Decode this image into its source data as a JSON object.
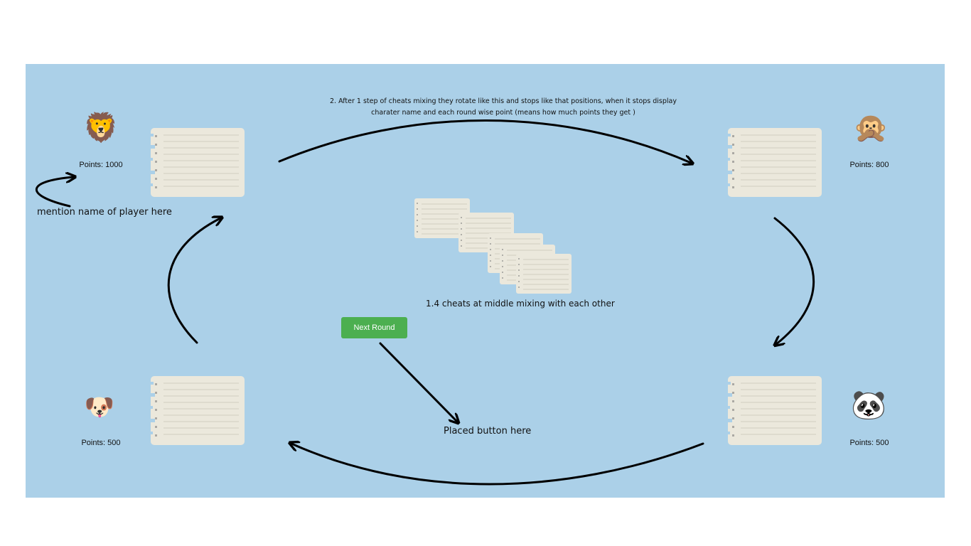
{
  "step2_text": "2. After 1 step of cheats mixing they rotate like this and stops like that positions, when it stops display charater name and each round wise point (means how much points they get )",
  "step1_text": "1.4 cheats at middle mixing with each other",
  "name_annotation": "mention name of player here",
  "button_annotation": "Placed button here",
  "next_round_label": "Next Round",
  "players": [
    {
      "position": "top-left",
      "avatar": "lion-icon",
      "emoji": "🦁",
      "points_label": "Points: 1000"
    },
    {
      "position": "top-right",
      "avatar": "monkey-icon",
      "emoji": "🙊",
      "points_label": "Points: 800"
    },
    {
      "position": "bottom-left",
      "avatar": "dog-icon",
      "emoji": "🐶",
      "points_label": "Points: 500"
    },
    {
      "position": "bottom-right",
      "avatar": "panda-icon",
      "emoji": "🐼",
      "points_label": "Points: 500"
    }
  ],
  "colors": {
    "board": "#abd0e8",
    "button": "#4caf50",
    "paper": "#ebe8dc"
  }
}
